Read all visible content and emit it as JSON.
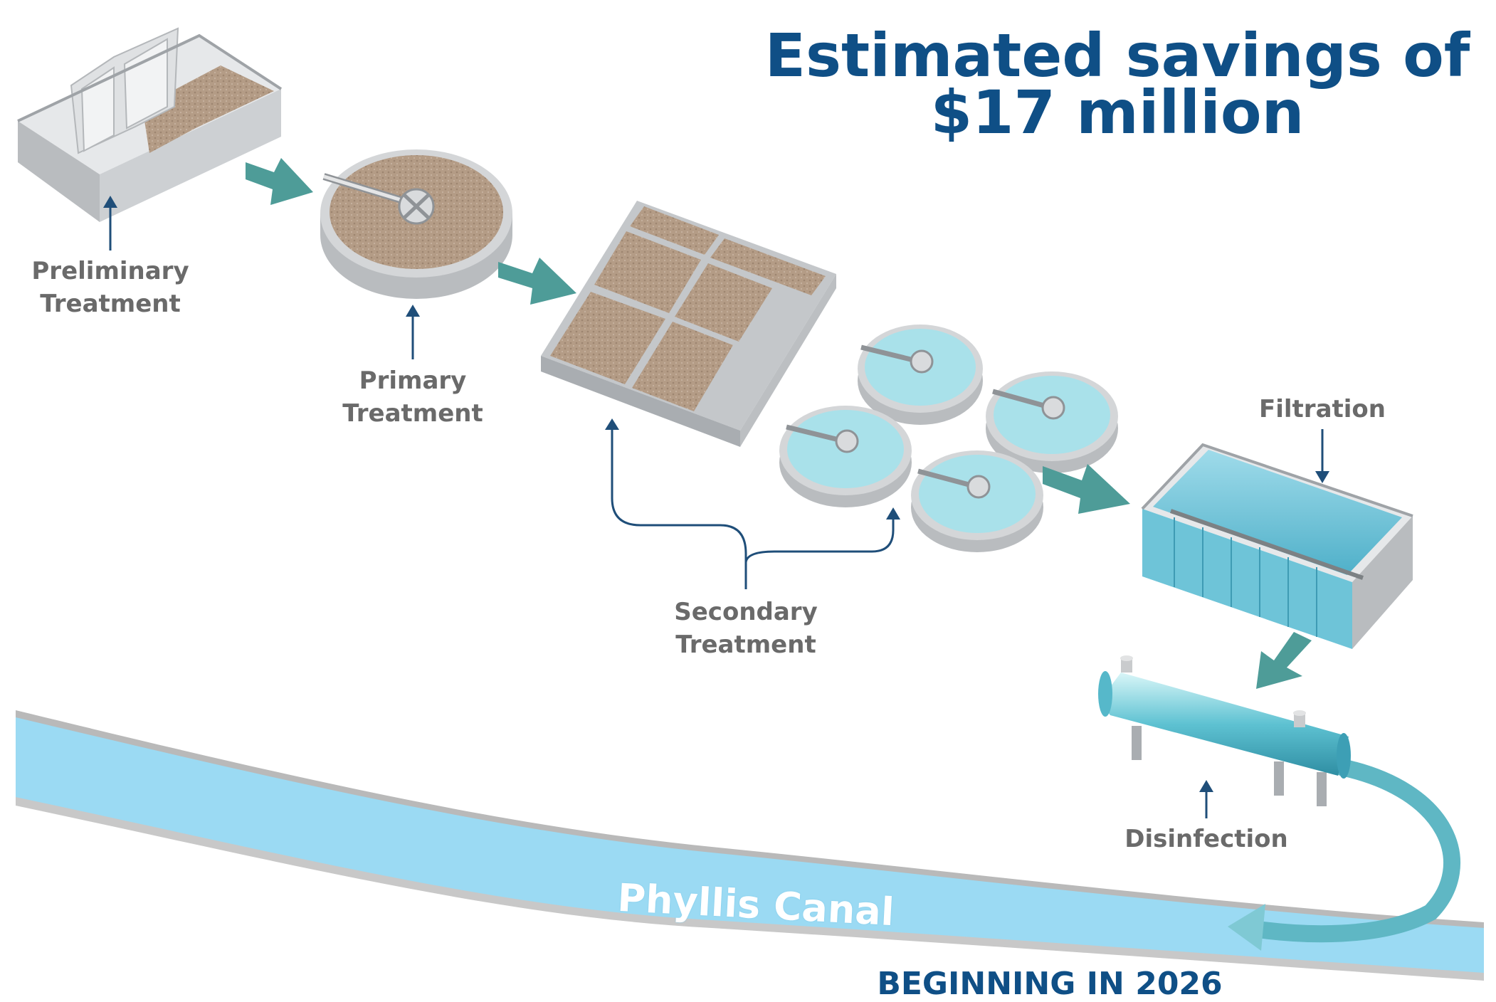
{
  "headline": {
    "line1": "Estimated savings of",
    "line2": "$17 million"
  },
  "footer": "BEGINNING IN 2026",
  "stages": {
    "preliminary": {
      "line1": "Preliminary",
      "line2": "Treatment"
    },
    "primary": {
      "line1": "Primary",
      "line2": "Treatment"
    },
    "secondary": {
      "line1": "Secondary",
      "line2": "Treatment"
    },
    "filtration": {
      "label": "Filtration"
    },
    "disinfection": {
      "label": "Disinfection"
    }
  },
  "canal": {
    "label": "Phyllis Canal"
  },
  "colors": {
    "headline": "#0f4f86",
    "label_text": "#6a6a6a",
    "pointer_arrow": "#1f4e79",
    "flow_arrow": "#4e9c98",
    "canal_water": "#9bdaf3",
    "canal_bank": "#b5b5b5",
    "clear_water": "#a9e1ea",
    "sludge": "#b59f8a",
    "concrete": "#cfd1d3"
  }
}
